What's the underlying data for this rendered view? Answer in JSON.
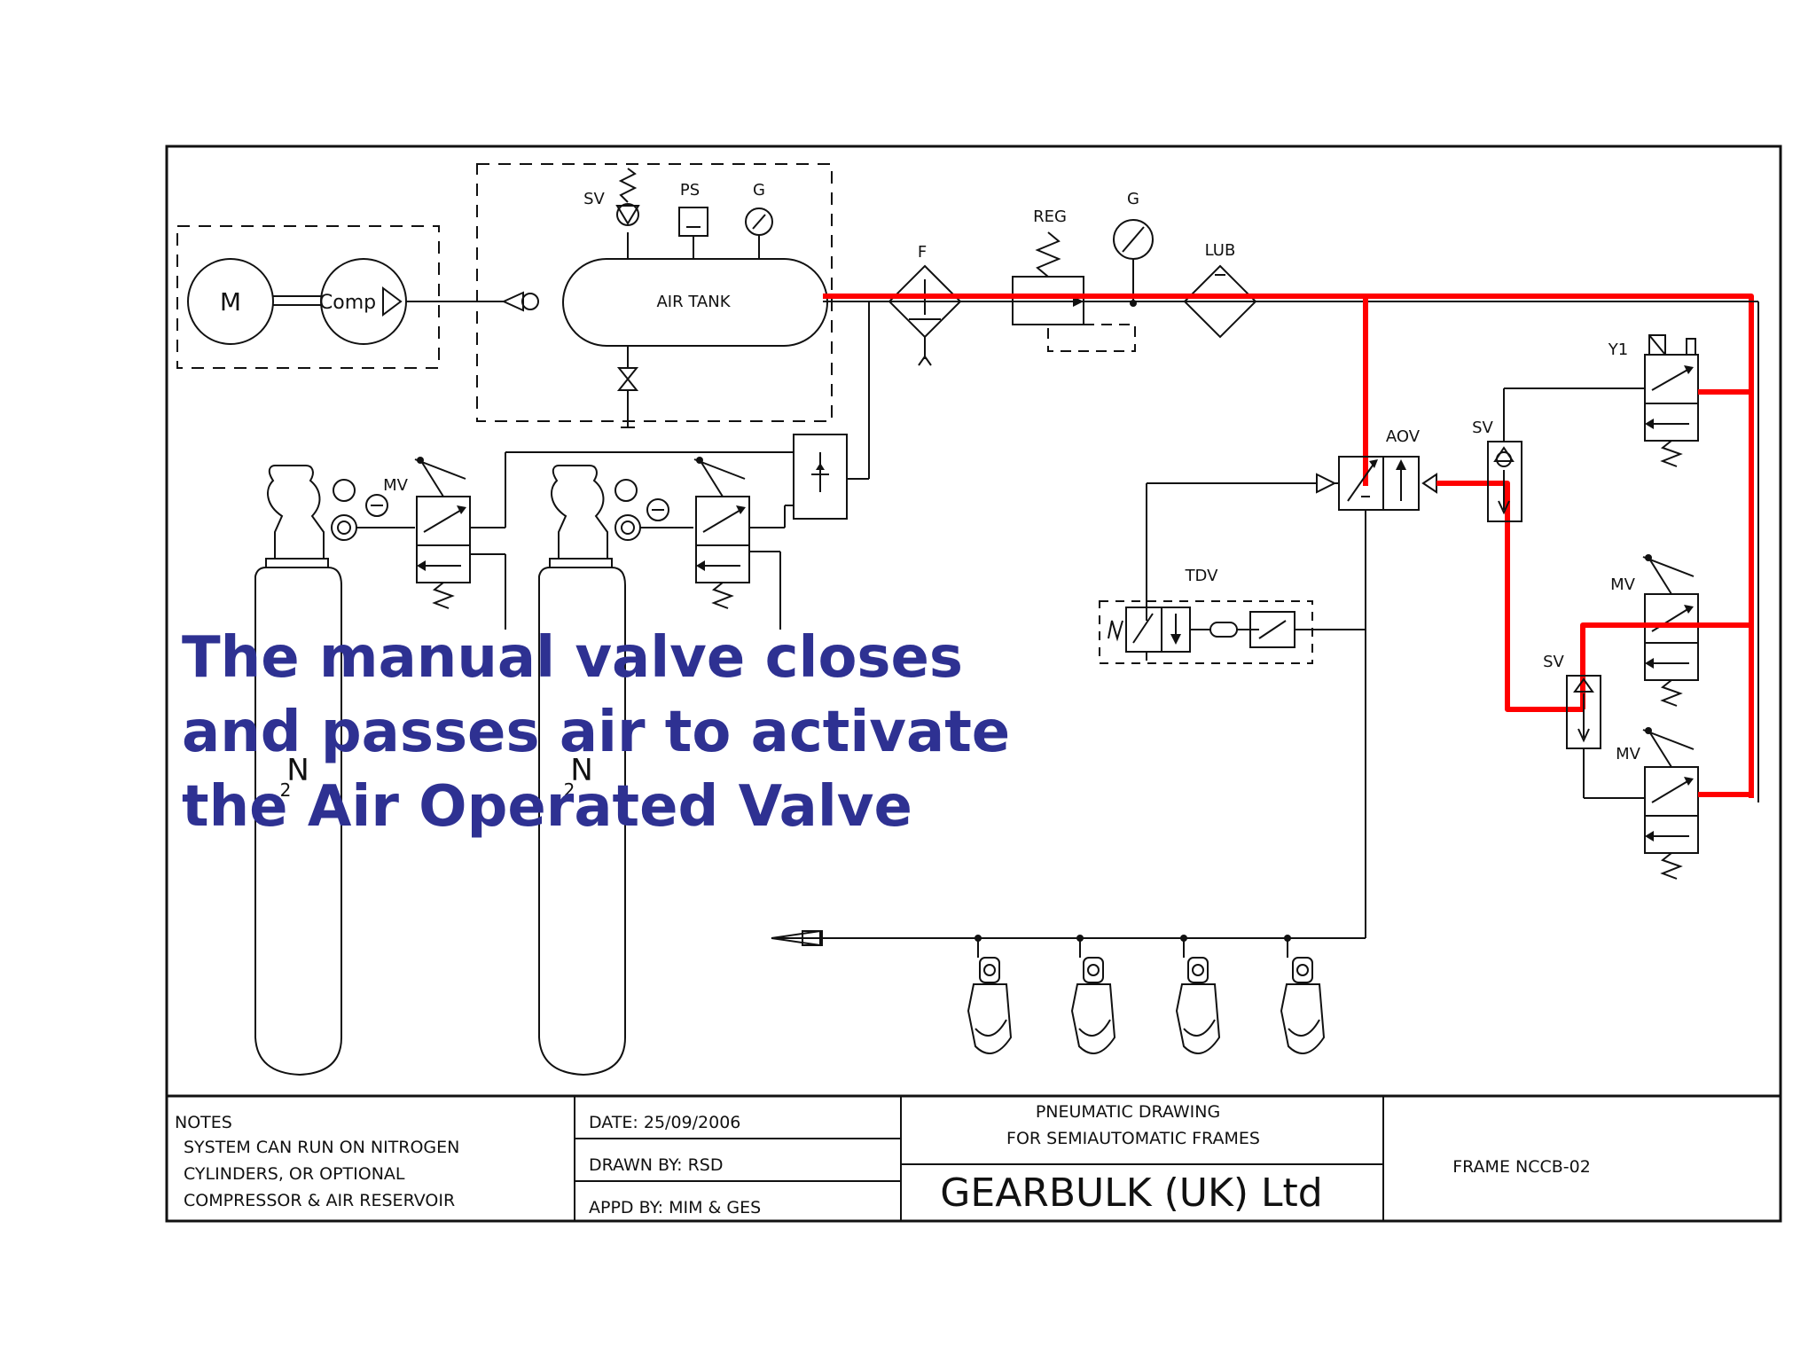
{
  "caption": {
    "lines": [
      "The manual valve closes",
      "and passes air to activate",
      "the Air Operated Valve"
    ]
  },
  "labels": {
    "motor": "M",
    "compressor": "Comp",
    "safety_valve": "SV",
    "pressure_switch": "PS",
    "gauge": "G",
    "air_tank": "AIR TANK",
    "filter": "F",
    "regulator": "REG",
    "gauge2": "G",
    "lubricator": "LUB",
    "y1": "Y1",
    "aov": "AOV",
    "sv_top": "SV",
    "sv_mid": "SV",
    "mv_cyl1": "MV",
    "mv_right1": "MV",
    "mv_right2": "MV",
    "tdv": "TDV",
    "n2_a": "N",
    "n2_a_sub": "2",
    "n2_b": "N",
    "n2_b_sub": "2"
  },
  "title_block": {
    "notes_heading": "NOTES",
    "notes_lines": [
      "SYSTEM CAN RUN ON NITROGEN",
      "CYLINDERS, OR OPTIONAL",
      "COMPRESSOR & AIR RESERVOIR"
    ],
    "date": "DATE:  25/09/2006",
    "drawn_by": "DRAWN BY: RSD",
    "appd_by": "APPD BY: MIM & GES",
    "drawing_title_1": "PNEUMATIC DRAWING",
    "drawing_title_2": "FOR SEMIAUTOMATIC FRAMES",
    "company": "GEARBULK (UK) Ltd",
    "frame": "FRAME NCCB-02"
  },
  "colors": {
    "active_line": "#ff0000",
    "caption": "#2e3192",
    "line": "#111111"
  }
}
